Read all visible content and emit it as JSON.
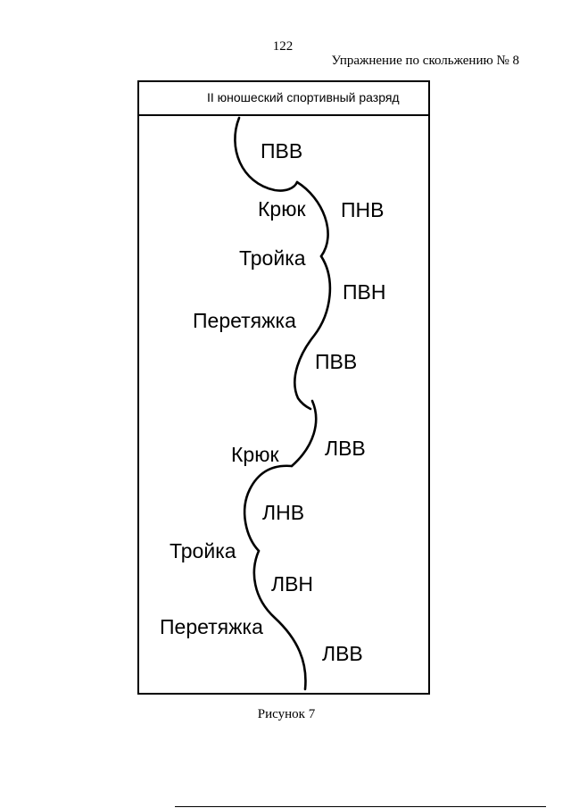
{
  "page": {
    "number": "122",
    "exercise_title": "Упражнение по скольжению № 8",
    "caption": "Рисунок 7"
  },
  "diagram": {
    "rank_title": "II юношеский спортивный разряд",
    "labels": {
      "pvv_1": "ПВВ",
      "kryuk_1": "Крюк",
      "pnv": "ПНВ",
      "troyka_1": "Тройка",
      "pvn": "ПВН",
      "peretyazhka_1": "Перетяжка",
      "pvv_2": "ПВВ",
      "kryuk_2": "Крюк",
      "lvv_1": "ЛВВ",
      "lnv": "ЛНВ",
      "troyka_2": "Тройка",
      "lvn": "ЛВН",
      "peretyazhka_2": "Перетяжка",
      "lvv_2": "ЛВВ"
    }
  }
}
